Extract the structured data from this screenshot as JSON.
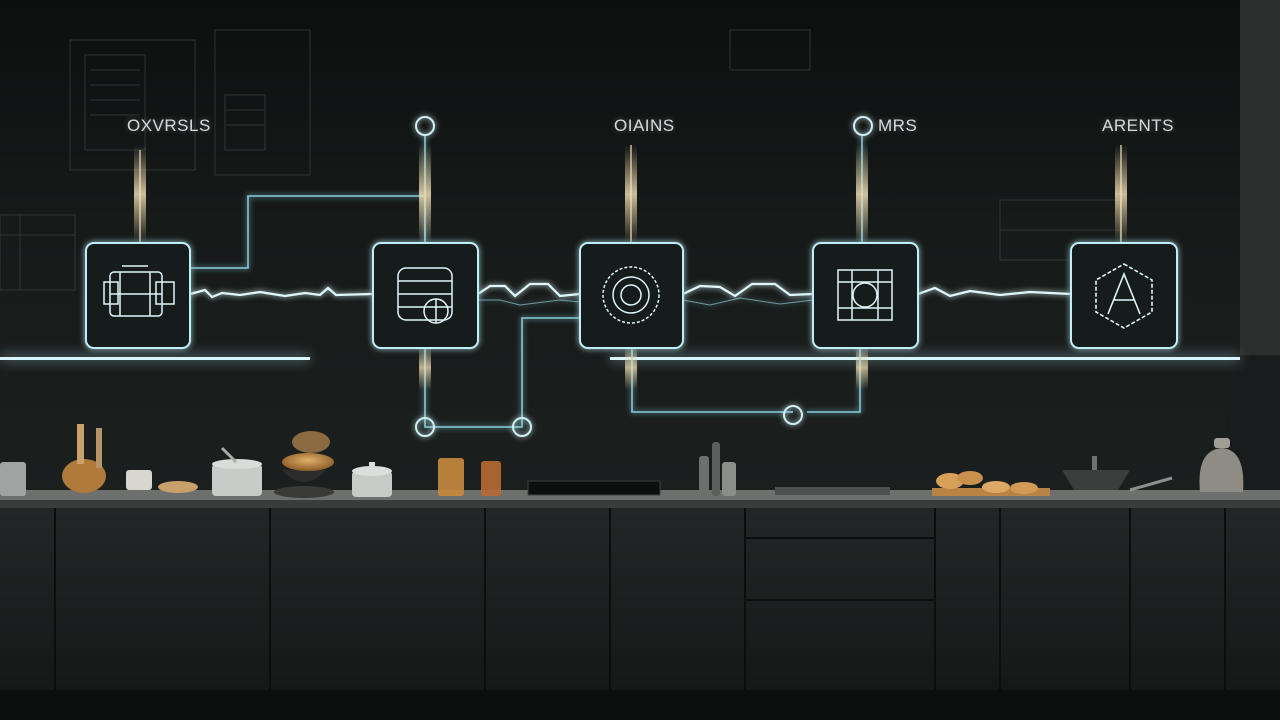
{
  "labels": {
    "node1": "OXVRSLS",
    "node3": "OIAINS",
    "node4": "MRS",
    "node5": "ARENTS"
  },
  "nodes": [
    {
      "icon": "machine-icon"
    },
    {
      "icon": "stacked-rolls-icon"
    },
    {
      "icon": "circle-target-icon"
    },
    {
      "icon": "grid-circle-icon"
    },
    {
      "icon": "letter-a-hexagon-icon"
    }
  ],
  "colors": {
    "background": "#121514",
    "neon": "#bfeef6",
    "warm_glow": "#f4d9a6",
    "cabinet": "#1d2020",
    "countertop": "#6d706d"
  }
}
